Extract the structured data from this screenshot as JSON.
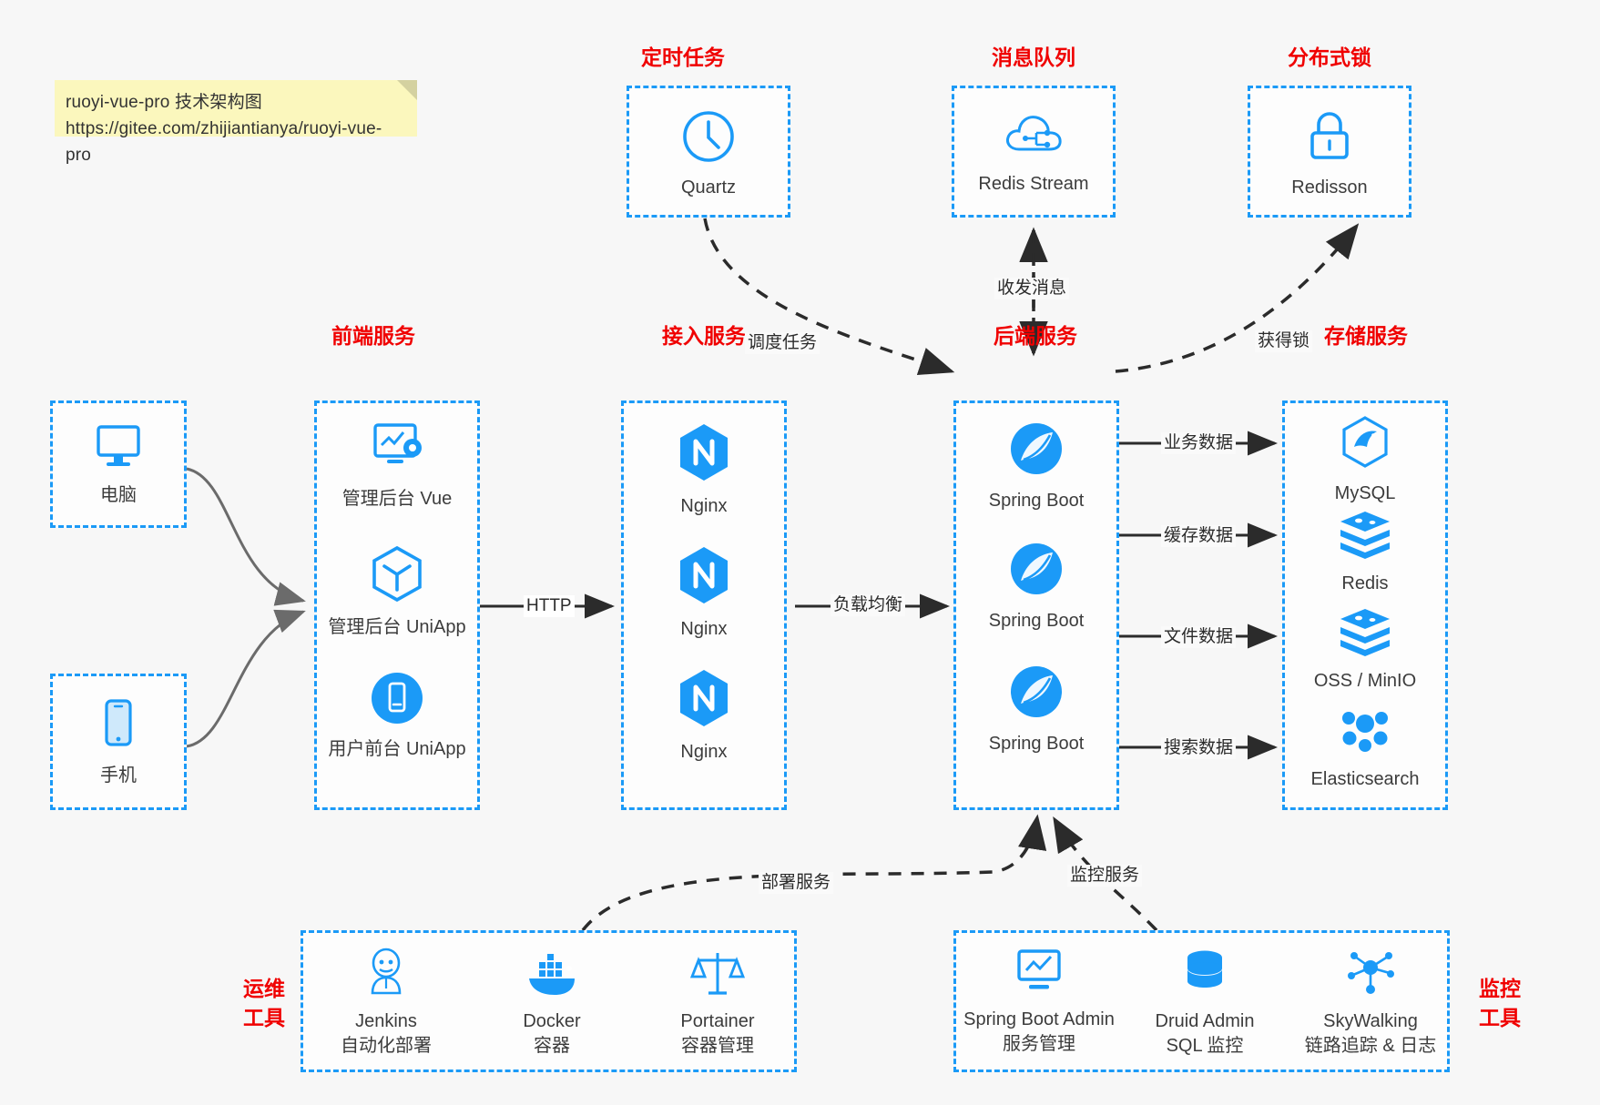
{
  "note": {
    "line1": "ruoyi-vue-pro 技术架构图",
    "line2": "https://gitee.com/zhijiantianya/ruoyi-vue-pro"
  },
  "colors": {
    "accent": "#1b9af7",
    "title_red": "#f00000",
    "note_bg": "#fbf7bd",
    "canvas": "#f7f7f7",
    "arrow": "#2b2b2b"
  },
  "groups": {
    "scheduler": {
      "title": "定时任务",
      "items": [
        {
          "label": "Quartz",
          "icon": "clock-icon"
        }
      ]
    },
    "mq": {
      "title": "消息队列",
      "items": [
        {
          "label": "Redis Stream",
          "icon": "cloud-stream-icon"
        }
      ]
    },
    "lock": {
      "title": "分布式锁",
      "items": [
        {
          "label": "Redisson",
          "icon": "lock-icon"
        }
      ]
    },
    "clients": {
      "items": [
        {
          "label": "电脑",
          "icon": "desktop-icon"
        },
        {
          "label": "手机",
          "icon": "phone-icon"
        }
      ]
    },
    "frontend": {
      "title": "前端服务",
      "items": [
        {
          "label": "管理后台 Vue",
          "icon": "dashboard-gear-icon"
        },
        {
          "label": "管理后台 UniApp",
          "icon": "cube-icon"
        },
        {
          "label": "用户前台 UniApp",
          "icon": "mobile-round-icon"
        }
      ]
    },
    "gateway": {
      "title": "接入服务",
      "items": [
        {
          "label": "Nginx",
          "icon": "nginx-icon"
        },
        {
          "label": "Nginx",
          "icon": "nginx-icon"
        },
        {
          "label": "Nginx",
          "icon": "nginx-icon"
        }
      ]
    },
    "backend": {
      "title": "后端服务",
      "items": [
        {
          "label": "Spring Boot",
          "icon": "spring-boot-icon"
        },
        {
          "label": "Spring Boot",
          "icon": "spring-boot-icon"
        },
        {
          "label": "Spring Boot",
          "icon": "spring-boot-icon"
        }
      ]
    },
    "storage": {
      "title": "存储服务",
      "items": [
        {
          "label": "MySQL",
          "icon": "mysql-icon"
        },
        {
          "label": "Redis",
          "icon": "redis-icon"
        },
        {
          "label": "OSS / MinIO",
          "icon": "oss-icon"
        },
        {
          "label": "Elasticsearch",
          "icon": "elasticsearch-icon"
        }
      ]
    },
    "devops": {
      "title_line1": "运维",
      "title_line2": "工具",
      "items": [
        {
          "label": "Jenkins",
          "sub": "自动化部署",
          "icon": "jenkins-icon"
        },
        {
          "label": "Docker",
          "sub": "容器",
          "icon": "docker-icon"
        },
        {
          "label": "Portainer",
          "sub": "容器管理",
          "icon": "portainer-icon"
        }
      ]
    },
    "monitor": {
      "title_line1": "监控",
      "title_line2": "工具",
      "items": [
        {
          "label": "Spring Boot Admin",
          "sub": "服务管理",
          "icon": "monitor-screen-icon"
        },
        {
          "label": "Druid Admin",
          "sub": "SQL 监控",
          "icon": "database-icon"
        },
        {
          "label": "SkyWalking",
          "sub": "链路追踪 & 日志",
          "icon": "skywalking-icon"
        }
      ]
    }
  },
  "edges": {
    "http": "HTTP",
    "load_balance": "负载均衡",
    "schedule_task": "调度任务",
    "send_receive_msg": "收发消息",
    "acquire_lock": "获得锁",
    "business_data": "业务数据",
    "cache_data": "缓存数据",
    "file_data": "文件数据",
    "search_data": "搜索数据",
    "deploy_service": "部署服务",
    "monitor_service": "监控服务"
  }
}
